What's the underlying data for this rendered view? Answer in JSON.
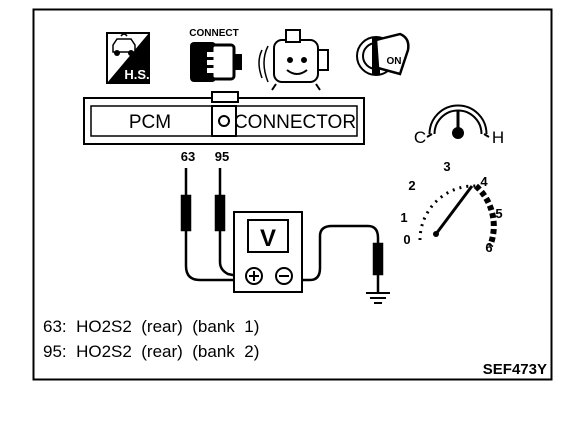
{
  "icons": [
    {
      "name": "hot-standby-icon",
      "label": "H.S."
    },
    {
      "name": "connect-icon",
      "label": "CONNECT"
    },
    {
      "name": "engine-running-icon",
      "label": ""
    },
    {
      "name": "ignition-on-icon",
      "label": "ON"
    }
  ],
  "connector": {
    "left_label": "PCM",
    "right_label": "CONNECTOR",
    "terminals": [
      "63",
      "95"
    ]
  },
  "meter": {
    "symbol": "V"
  },
  "temperature": {
    "cold": "C",
    "hot": "H"
  },
  "tachometer": {
    "scale": [
      "0",
      "1",
      "2",
      "3",
      "4",
      "5",
      "6"
    ]
  },
  "legend": [
    "63:  HO2S2  (rear)  (bank  1)",
    "95:  HO2S2  (rear)  (bank  2)"
  ],
  "figure_code": "SEF473Y",
  "colors": {
    "ink": "#000000",
    "paper": "#ffffff"
  }
}
